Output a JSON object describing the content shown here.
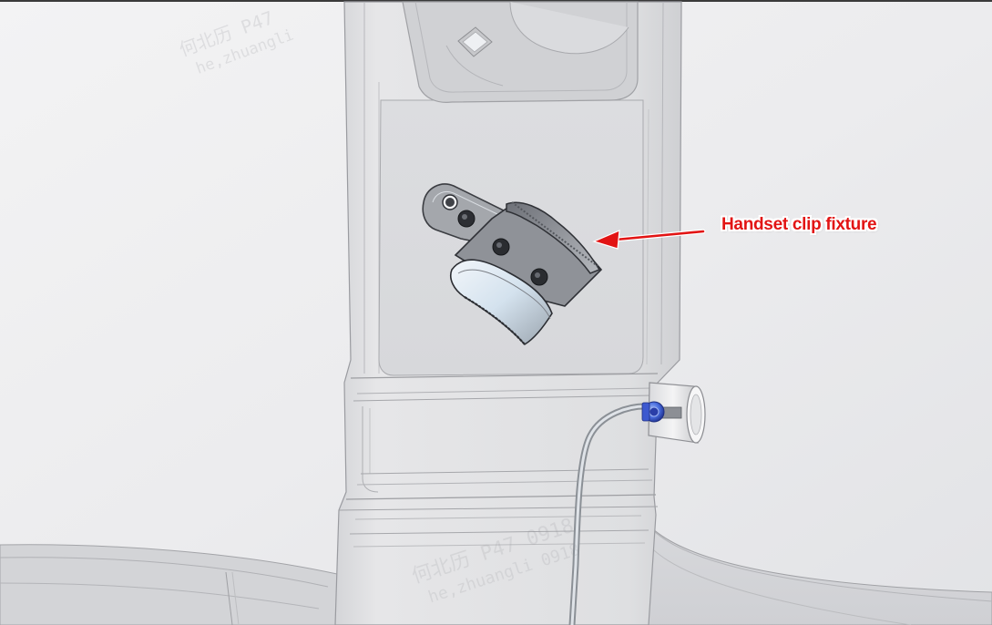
{
  "callout": {
    "label": "Handset clip fixture",
    "color": "#e21414"
  },
  "watermarks": [
    {
      "line1": "何北历 P47",
      "line2": "he,zhuangli"
    },
    {
      "line1": "何北历 P47 0918",
      "line2": "he,zhuangli 0918"
    }
  ],
  "colors": {
    "background": "#e9eaec",
    "housing": "#d6d7da",
    "housing_edge": "#9a9ba0",
    "clip_metal": "#8d9096",
    "clip_highlight": "#dfe9f2",
    "connector_blue": "#3e5fd6"
  }
}
